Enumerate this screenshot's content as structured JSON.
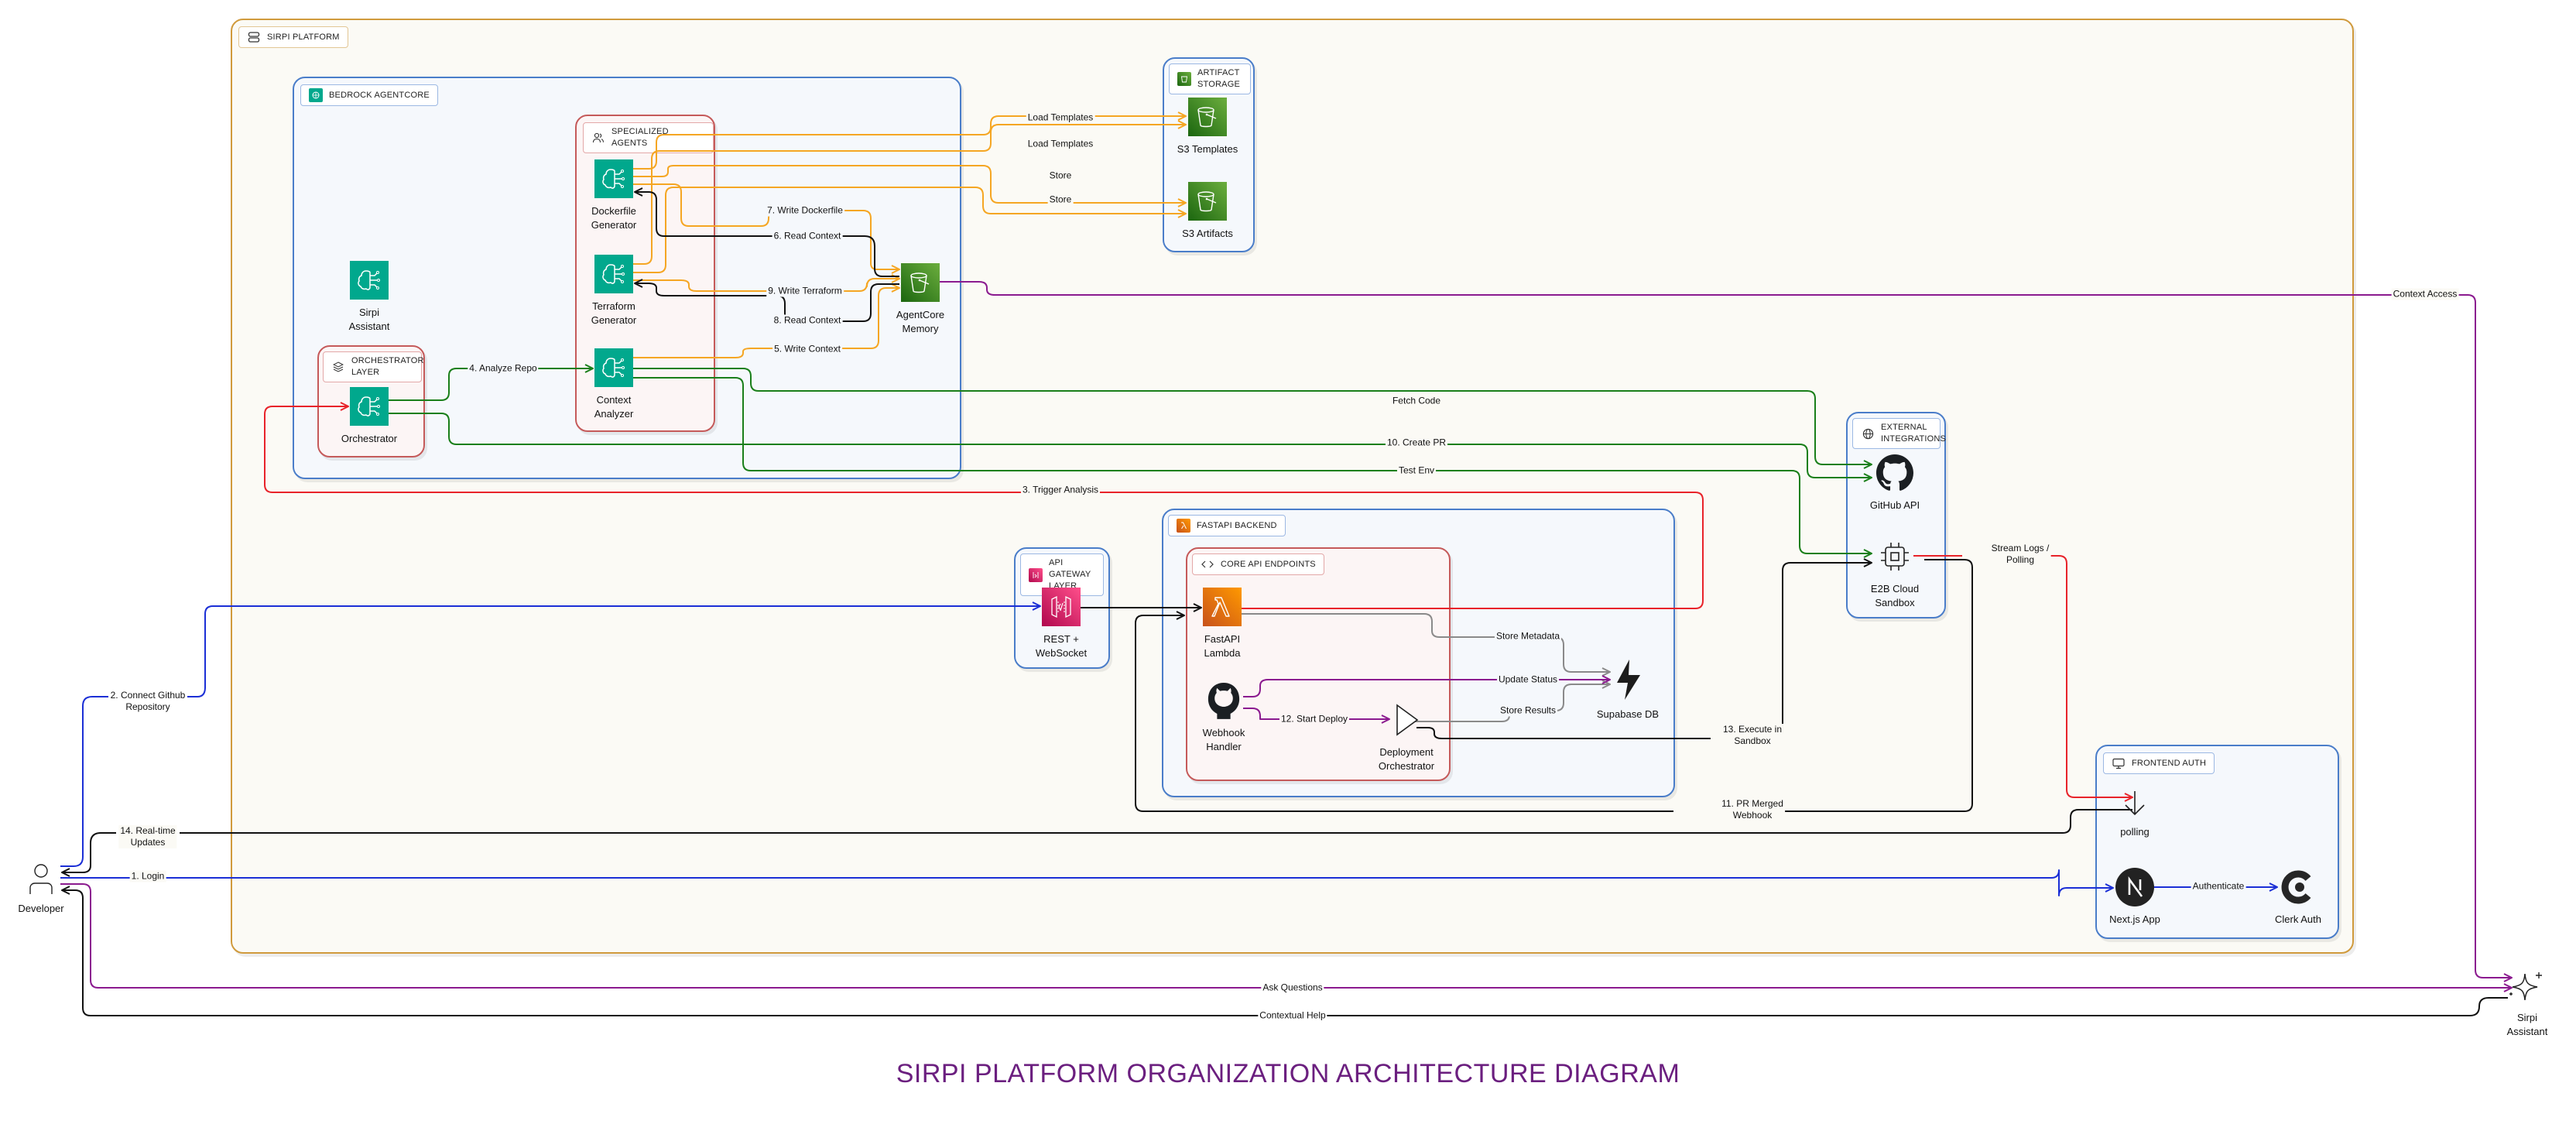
{
  "title": "SIRPI PLATFORM ORGANIZATION ARCHITECTURE DIAGRAM",
  "colors": {
    "title": "#6b1f7f",
    "agent_teal": "#01a88d",
    "storage_green": "#3f8624",
    "api_gateway_pink": "#e7157b",
    "lambda_orange": "#ed7100",
    "edge_orange": "#f5a623",
    "edge_green": "#1a7f1a",
    "edge_red": "#e8232a",
    "edge_blue": "#1b2fd6",
    "edge_purple": "#8b1a8f",
    "edge_black": "#111111",
    "edge_gray": "#8a8a8a"
  },
  "groups": {
    "platform": {
      "label": "SIRPI PLATFORM",
      "icon": "server-stack-icon"
    },
    "bedrock": {
      "label": "BEDROCK AGENTCORE",
      "icon": "bedrock-brain-icon"
    },
    "specialized": {
      "label": "SPECIALIZED AGENTS",
      "icon": "users-icon"
    },
    "orchestrator_layer": {
      "label": "ORCHESTRATOR\nLAYER",
      "icon": "layers-icon"
    },
    "artifact_storage": {
      "label": "ARTIFACT\nSTORAGE",
      "icon": "s3-icon"
    },
    "external": {
      "label": "EXTERNAL\nINTEGRATIONS",
      "icon": "globe-icon"
    },
    "api_gateway": {
      "label": "API GATEWAY\nLAYER",
      "icon": "api-gateway-icon"
    },
    "fastapi_backend": {
      "label": "FASTAPI BACKEND",
      "icon": "lambda-icon"
    },
    "core_api": {
      "label": "CORE API ENDPOINTS",
      "icon": "code-brackets-icon"
    },
    "frontend_auth": {
      "label": "FRONTEND AUTH",
      "icon": "monitor-icon"
    }
  },
  "nodes": {
    "sirpi_assistant_inner": "Sirpi\nAssistant",
    "orchestrator": "Orchestrator",
    "dockerfile_generator": "Dockerfile\nGenerator",
    "terraform_generator": "Terraform\nGenerator",
    "context_analyzer": "Context\nAnalyzer",
    "agentcore_memory": "AgentCore\nMemory",
    "s3_templates": "S3 Templates",
    "s3_artifacts": "S3 Artifacts",
    "github_api": "GitHub API",
    "e2b_sandbox": "E2B Cloud\nSandbox",
    "rest_websocket": "REST +\nWebSocket",
    "fastapi_lambda": "FastAPI\nLambda",
    "webhook_handler": "Webhook\nHandler",
    "deployment_orchestrator": "Deployment\nOrchestrator",
    "supabase_db": "Supabase DB",
    "polling": "polling",
    "nextjs_app": "Next.js App",
    "clerk_auth": "Clerk Auth",
    "developer": "Developer",
    "sirpi_assistant": "Sirpi\nAssistant"
  },
  "edges": {
    "login": "1. Login",
    "connect_github": "2. Connect Github\nRepository",
    "trigger_analysis": "3. Trigger Analysis",
    "analyze_repo": "4. Analyze Repo",
    "write_context": "5. Write Context",
    "read_context_6": "6. Read Context",
    "write_dockerfile": "7. Write Dockerfile",
    "read_context_8": "8. Read Context",
    "write_terraform": "9. Write Terraform",
    "create_pr": "10. Create PR",
    "pr_merged_webhook": "11. PR Merged\nWebhook",
    "start_deploy": "12. Start Deploy",
    "execute_sandbox": "13. Execute in\nSandbox",
    "realtime_updates": "14. Real-time\nUpdates",
    "load_templates_1": "Load Templates",
    "load_templates_2": "Load Templates",
    "store_1": "Store",
    "store_2": "Store",
    "fetch_code": "Fetch Code",
    "test_env": "Test Env",
    "context_access": "Context Access",
    "store_metadata": "Store Metadata",
    "update_status": "Update Status",
    "store_results": "Store Results",
    "stream_logs": "Stream Logs /\nPolling",
    "authenticate": "Authenticate",
    "ask_questions": "Ask Questions",
    "contextual_help": "Contextual Help"
  }
}
